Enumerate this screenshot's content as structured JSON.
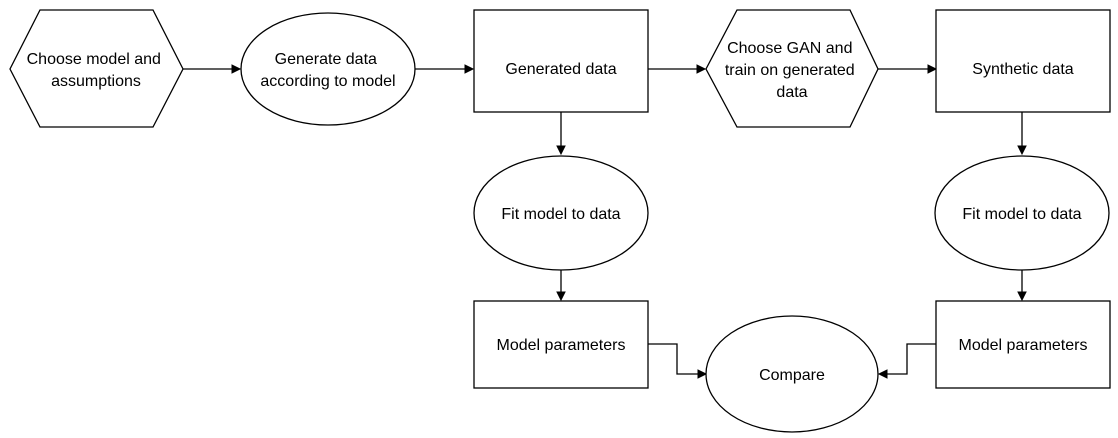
{
  "nodes": {
    "choose_model": [
      "Choose model and",
      "assumptions"
    ],
    "generate_data": [
      "Generate data",
      "according to model"
    ],
    "generated_data": [
      "Generated data"
    ],
    "choose_gan": [
      "Choose GAN and",
      "train on generated",
      "data"
    ],
    "synthetic_data": [
      "Synthetic data"
    ],
    "fit_model_left": [
      "Fit model to data"
    ],
    "fit_model_right": [
      "Fit model to data"
    ],
    "model_params_left": [
      "Model parameters"
    ],
    "model_params_right": [
      "Model parameters"
    ],
    "compare": [
      "Compare"
    ]
  },
  "colors": {
    "stroke": "#000000",
    "fill": "#ffffff",
    "text": "#000000"
  }
}
